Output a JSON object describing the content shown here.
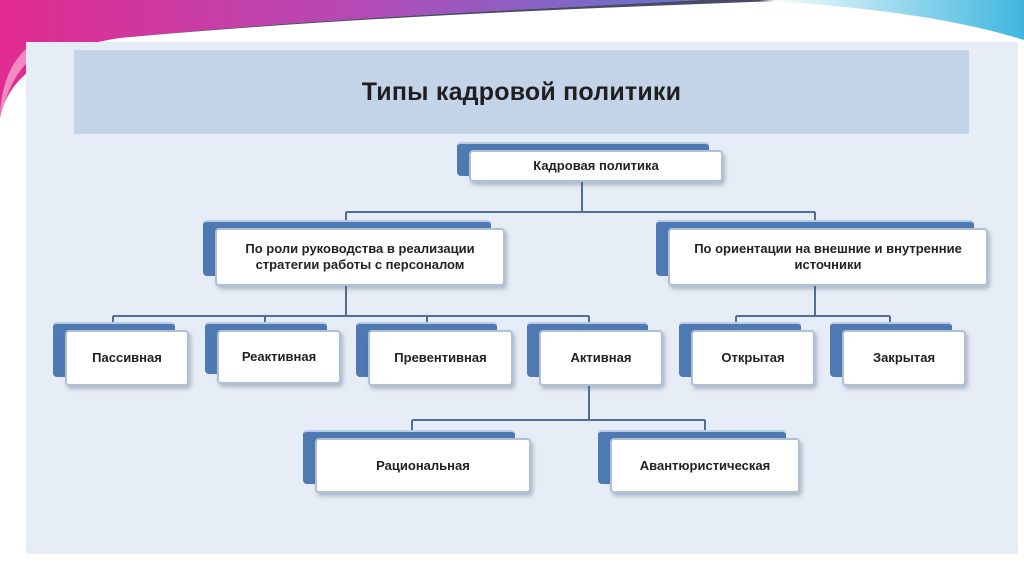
{
  "title": "Типы кадровой политики",
  "colors": {
    "slide_bg": "#e7edf6",
    "title_bg": "#c3d4e8",
    "node_tab": "#4f79b3",
    "node_border": "#aebfd6",
    "connector": "#4f6f99",
    "accent_magenta": "#e0208a",
    "accent_cyan": "#3fb6e0"
  },
  "nodes": {
    "root": "Кадровая политика",
    "by_role": "По роли руководства в реализации стратегии работы с персоналом",
    "by_orientation": "По ориентации на внешние и внутренние источники",
    "passive": "Пассивная",
    "reactive": "Реактивная",
    "preventive": "Превентивная",
    "active": "Активная",
    "open": "Открытая",
    "closed": "Закрытая",
    "rational": "Рациональная",
    "adventurous": "Авантюристическая"
  }
}
